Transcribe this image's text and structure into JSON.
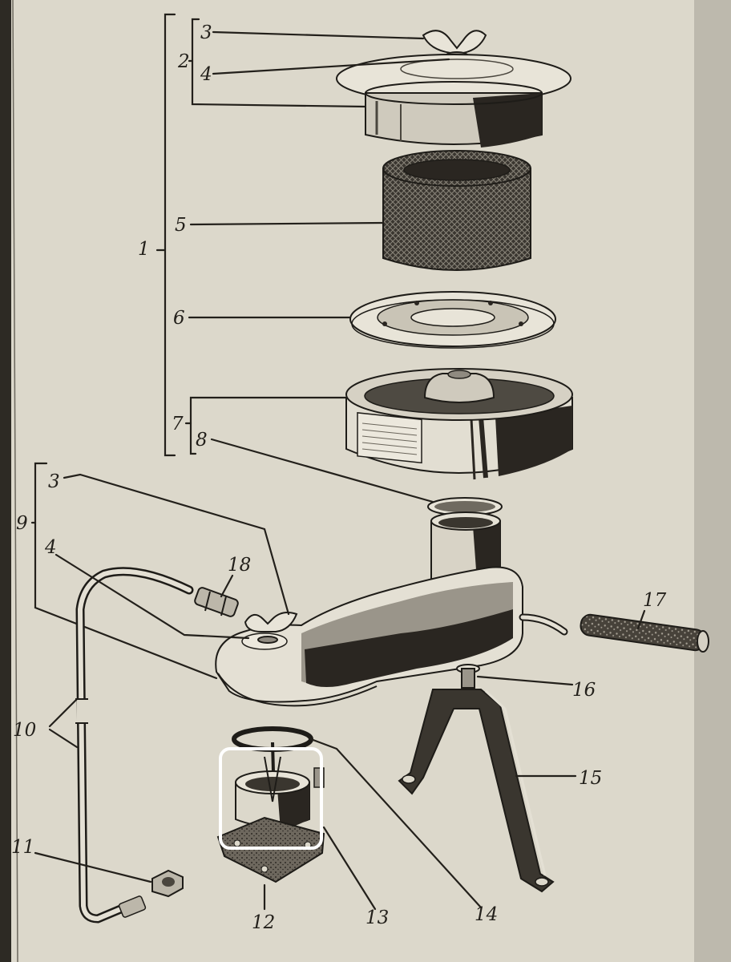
{
  "labels": {
    "l1": "1",
    "l2": "2",
    "l3a": "3",
    "l4a": "4",
    "l5": "5",
    "l6": "6",
    "l7": "7",
    "l8": "8",
    "l3b": "3",
    "l4b": "4",
    "l9": "9",
    "l10": "10",
    "l11": "11",
    "l12": "12",
    "l13": "13",
    "l14": "14",
    "l15": "15",
    "l16": "16",
    "l17": "17",
    "l18": "18"
  },
  "colors": {
    "paper": "#dcd8cb",
    "ink": "#23201b",
    "highlight": "#ffffff"
  }
}
